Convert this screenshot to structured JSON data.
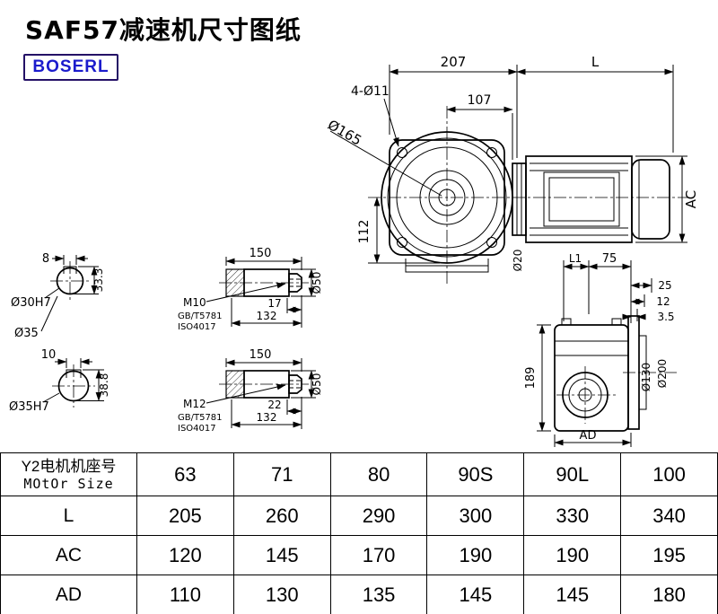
{
  "header": {
    "title": "SAF57减速机尺寸图纸",
    "brand": "BOSERL"
  },
  "front_view": {
    "dim_width": "207",
    "dim_length": "L",
    "dim_holes": "4-Ø11",
    "dim_107": "107",
    "dim_flange_dia": "Ø165",
    "dim_height": "112",
    "dim_motor_od": "AC",
    "dim_shaft": "Ø20"
  },
  "section_a": {
    "dim_key_width": "8",
    "dim_bore": "Ø30H7",
    "dim_key_depth": "33.3"
  },
  "section_b": {
    "dim_outer": "Ø35",
    "dim_key_width": "10",
    "dim_bore": "Ø35H7",
    "dim_key_depth": "38.8"
  },
  "shaft_a": {
    "dim_length": "150",
    "thread": "M10",
    "dim_thread_len": "17",
    "dim_usable": "132",
    "std_line1": "GB/T5781",
    "std_line2": "ISO4017",
    "dim_dia": "Ø50"
  },
  "shaft_b": {
    "dim_length": "150",
    "thread": "M12",
    "dim_thread_len": "22",
    "dim_usable": "132",
    "std_line1": "GB/T5781",
    "std_line2": "ISO4017",
    "dim_dia": "Ø50"
  },
  "side_view": {
    "dim_l1": "L1",
    "dim_75": "75",
    "dim_25": "25",
    "dim_12": "12",
    "dim_3_5": "3.5",
    "dim_height": "189",
    "dim_spigot": "Ø130",
    "dim_flange": "Ø200",
    "dim_ad": "AD"
  },
  "table": {
    "row_header": {
      "line1": "Y2电机机座号",
      "line2": "MOtOr Size"
    },
    "sizes": [
      "63",
      "71",
      "80",
      "90S",
      "90L",
      "100"
    ],
    "rows": [
      {
        "label": "L",
        "values": [
          "205",
          "260",
          "290",
          "300",
          "330",
          "340"
        ]
      },
      {
        "label": "AC",
        "values": [
          "120",
          "145",
          "170",
          "190",
          "190",
          "195"
        ]
      },
      {
        "label": "AD",
        "values": [
          "110",
          "130",
          "135",
          "145",
          "145",
          "180"
        ]
      }
    ]
  }
}
